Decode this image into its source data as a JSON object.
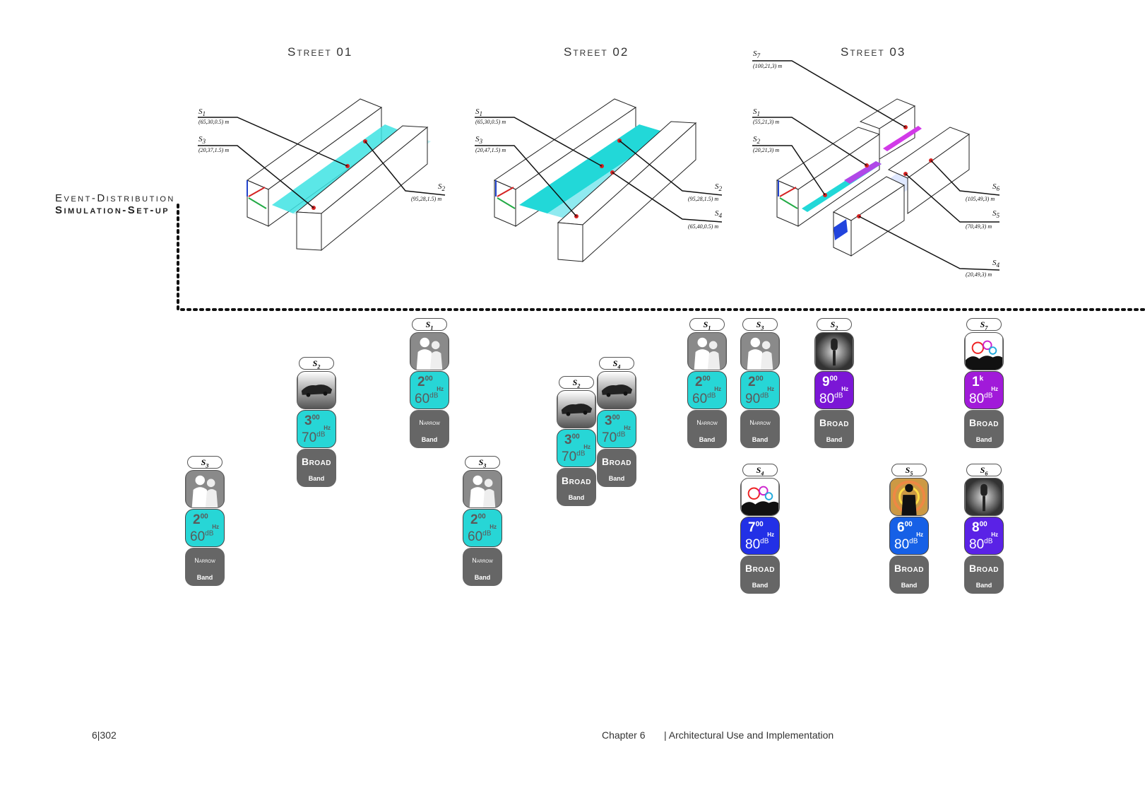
{
  "streets": [
    {
      "title": "Street 01"
    },
    {
      "title": "Street 02"
    },
    {
      "title": "Street 03"
    }
  ],
  "section_title": {
    "line1": "Event-Distribution",
    "line2": "Simulation-Set-up"
  },
  "callouts": {
    "st1": [
      {
        "s": "S",
        "sub": "1",
        "coord": "(65,30,0.5) m"
      },
      {
        "s": "S",
        "sub": "3",
        "coord": "(20,37,1.5) m"
      },
      {
        "s": "S",
        "sub": "2",
        "coord": "(95,28,1.5) m"
      }
    ],
    "st2": [
      {
        "s": "S",
        "sub": "1",
        "coord": "(65,30,0.5) m"
      },
      {
        "s": "S",
        "sub": "3",
        "coord": "(20,47,1.5) m"
      },
      {
        "s": "S",
        "sub": "2",
        "coord": "(95,28,1.5) m"
      },
      {
        "s": "S",
        "sub": "4",
        "coord": "(65,40,0.5) m"
      }
    ],
    "st3": [
      {
        "s": "S",
        "sub": "7",
        "coord": "(100,21,3) m"
      },
      {
        "s": "S",
        "sub": "1",
        "coord": "(55,21,3) m"
      },
      {
        "s": "S",
        "sub": "2",
        "coord": "(20,21,3) m"
      },
      {
        "s": "S",
        "sub": "6",
        "coord": "(105,49,3) m"
      },
      {
        "s": "S",
        "sub": "5",
        "coord": "(70,49,3) m"
      },
      {
        "s": "S",
        "sub": "4",
        "coord": "(20,49,3) m"
      }
    ]
  },
  "cards": [
    {
      "tag": "S3",
      "pic": "people",
      "freq": "2",
      "fsup": "00",
      "hz": "Hz",
      "db": "60",
      "dbsup": "dB",
      "color": "cyan",
      "band1": "Narrow",
      "band2": "Band",
      "narrow": true
    },
    {
      "tag": "S2",
      "pic": "car",
      "freq": "3",
      "fsup": "00",
      "hz": "Hz",
      "db": "70",
      "dbsup": "dB",
      "color": "cyan",
      "band1": "Broad",
      "band2": "Band",
      "narrow": false
    },
    {
      "tag": "S1",
      "pic": "people",
      "freq": "2",
      "fsup": "00",
      "hz": "Hz",
      "db": "60",
      "dbsup": "dB",
      "color": "cyan",
      "band1": "Narrow",
      "band2": "Band",
      "narrow": true
    },
    {
      "tag": "S3",
      "pic": "people",
      "freq": "2",
      "fsup": "00",
      "hz": "Hz",
      "db": "60",
      "dbsup": "dB",
      "color": "cyan",
      "band1": "Narrow",
      "band2": "Band",
      "narrow": true
    },
    {
      "tag": "S2",
      "pic": "car",
      "freq": "3",
      "fsup": "00",
      "hz": "Hz",
      "db": "70",
      "dbsup": "dB",
      "color": "cyan",
      "band1": "Broad",
      "band2": "Band",
      "narrow": false
    },
    {
      "tag": "S4",
      "pic": "car",
      "freq": "3",
      "fsup": "00",
      "hz": "Hz",
      "db": "70",
      "dbsup": "dB",
      "color": "cyan",
      "band1": "Broad",
      "band2": "Band",
      "narrow": false
    },
    {
      "tag": "S1",
      "pic": "people",
      "freq": "2",
      "fsup": "00",
      "hz": "Hz",
      "db": "60",
      "dbsup": "dB",
      "color": "cyan",
      "band1": "Narrow",
      "band2": "Band",
      "narrow": true
    },
    {
      "tag": "S3",
      "pic": "people",
      "freq": "2",
      "fsup": "00",
      "hz": "Hz",
      "db": "90",
      "dbsup": "dB",
      "color": "cyan",
      "band1": "Narrow",
      "band2": "Band",
      "narrow": true
    },
    {
      "tag": "S2",
      "pic": "mic",
      "freq": "9",
      "fsup": "00",
      "hz": "Hz",
      "db": "80",
      "dbsup": "dB",
      "color": "violet",
      "band1": "Broad",
      "band2": "Band",
      "narrow": false
    },
    {
      "tag": "S7",
      "pic": "art",
      "freq": "1",
      "fsup": "k",
      "hz": "Hz",
      "db": "80",
      "dbsup": "dB",
      "color": "purple",
      "band1": "Broad",
      "band2": "Band",
      "narrow": false
    },
    {
      "tag": "S4",
      "pic": "art",
      "freq": "7",
      "fsup": "00",
      "hz": "Hz",
      "db": "80",
      "dbsup": "dB",
      "color": "blue",
      "band1": "Broad",
      "band2": "Band",
      "narrow": false
    },
    {
      "tag": "S5",
      "pic": "singer",
      "freq": "6",
      "fsup": "00",
      "hz": "Hz",
      "db": "80",
      "dbsup": "dB",
      "color": "blue2",
      "band1": "Broad",
      "band2": "Band",
      "narrow": false
    },
    {
      "tag": "S6",
      "pic": "mic",
      "freq": "8",
      "fsup": "00",
      "hz": "Hz",
      "db": "80",
      "dbsup": "dB",
      "color": "blue3",
      "band1": "Broad",
      "band2": "Band",
      "narrow": false
    }
  ],
  "footer": {
    "page": "6|302",
    "chapter": "Chapter 6",
    "section": "| Architectural Use and Implementation"
  }
}
